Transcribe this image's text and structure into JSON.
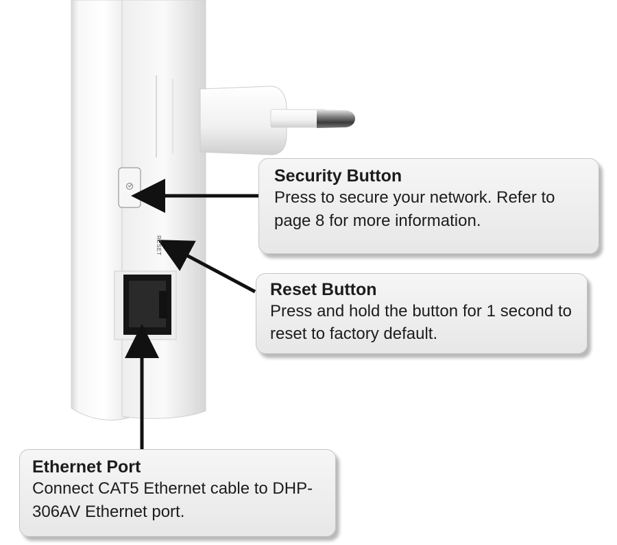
{
  "device": {
    "reset_port_label": "RESET"
  },
  "callouts": {
    "security": {
      "title": "Security Button",
      "description": "Press to secure your network. Refer to page 8 for more information."
    },
    "reset": {
      "title": "Reset Button",
      "description": "Press and hold the button for 1 second to reset to factory default."
    },
    "ethernet": {
      "title": "Ethernet Port",
      "description": "Connect CAT5 Ethernet cable to DHP-306AV Ethernet port."
    }
  },
  "colors": {
    "device_body": "#f4f4f4",
    "callout_bg": "#ececec",
    "arrow": "#111111",
    "text": "#1c1c1c"
  },
  "icons": {
    "security_button": "security-icon",
    "ethernet_jack": "rj45-port-icon"
  }
}
